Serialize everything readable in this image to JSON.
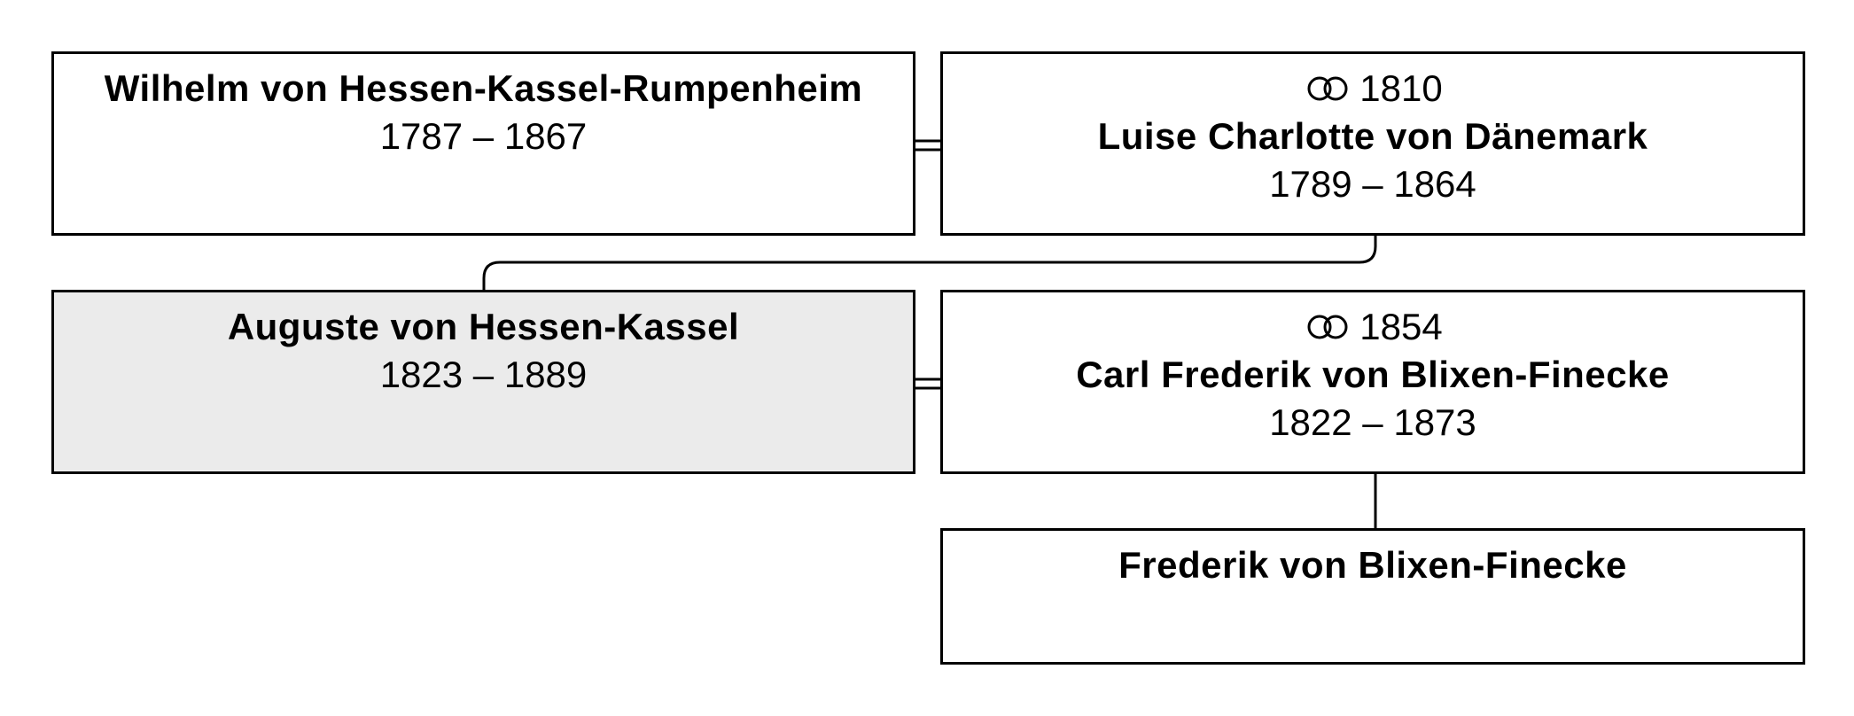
{
  "tree": {
    "father": {
      "name": "Wilhelm von Hessen-Kassel-Rumpenheim",
      "dates": "1787 – 1867"
    },
    "mother": {
      "marriage_year": "1810",
      "name": "Luise Charlotte von Dänemark",
      "dates": "1789 – 1864"
    },
    "subject": {
      "name": "Auguste von Hessen-Kassel",
      "dates": "1823 – 1889"
    },
    "spouse": {
      "marriage_year": "1854",
      "name": "Carl Frederik von Blixen-Finecke",
      "dates": "1822 – 1873"
    },
    "child": {
      "name": "Frederik von Blixen-Finecke"
    }
  },
  "icons": {
    "marriage": "wedding-rings-icon"
  },
  "colors": {
    "highlight_background": "#ebebeb",
    "border": "#000000"
  }
}
